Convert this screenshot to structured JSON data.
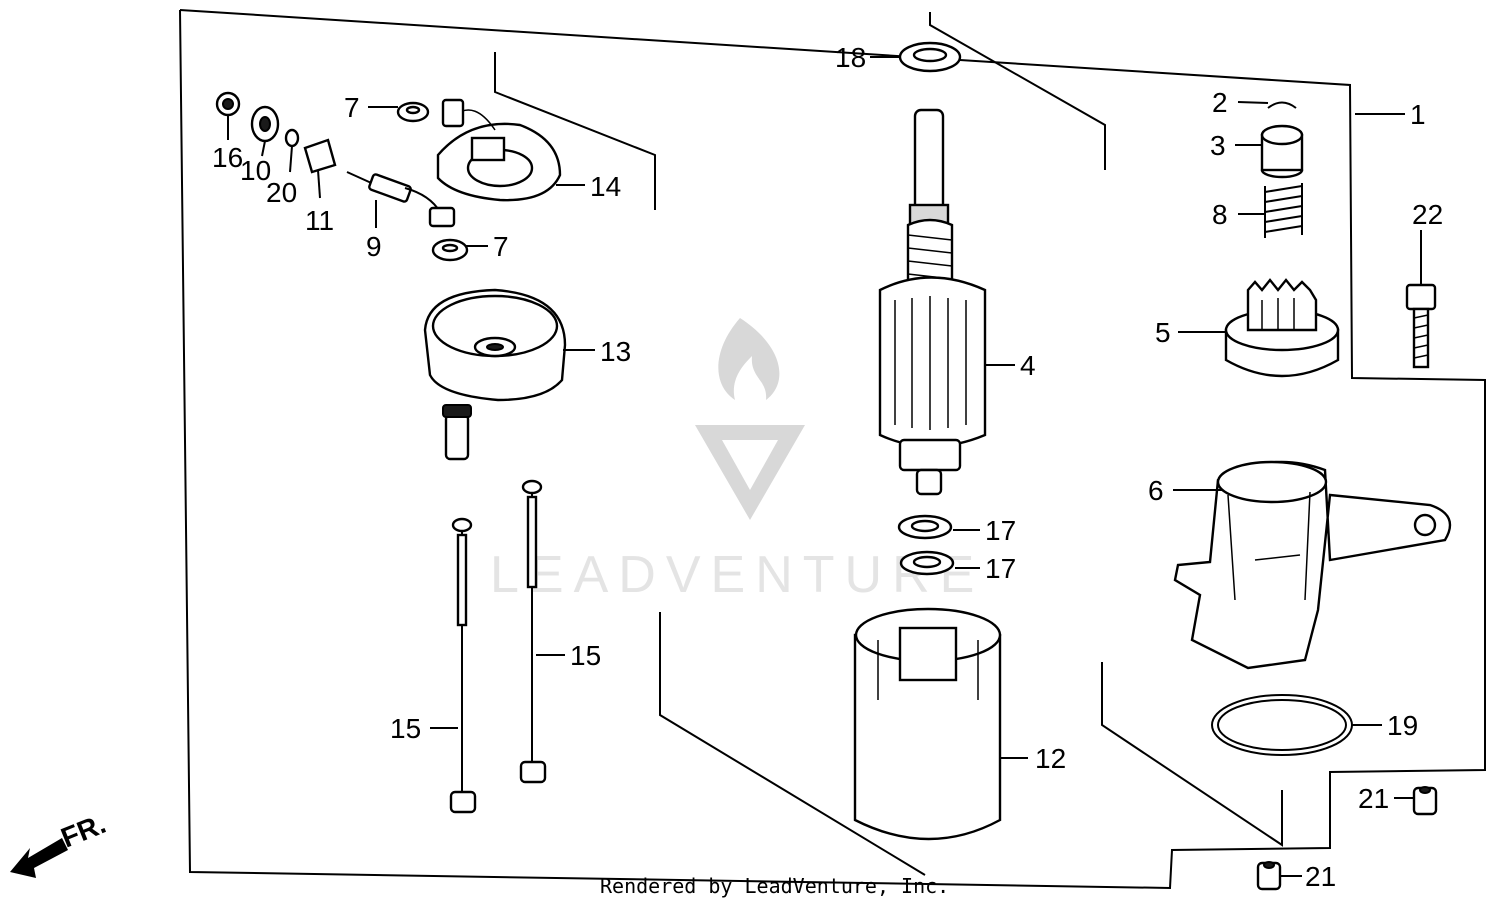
{
  "diagram": {
    "callouts": {
      "p1": "1",
      "p2": "2",
      "p3": "3",
      "p4": "4",
      "p5": "5",
      "p6": "6",
      "p7a": "7",
      "p7b": "7",
      "p8": "8",
      "p9": "9",
      "p10": "10",
      "p11": "11",
      "p12": "12",
      "p13": "13",
      "p14": "14",
      "p15a": "15",
      "p15b": "15",
      "p16": "16",
      "p17a": "17",
      "p17b": "17",
      "p18": "18",
      "p19": "19",
      "p20": "20",
      "p21a": "21",
      "p21b": "21",
      "p22": "22"
    },
    "direction_label": "FR.",
    "watermark_text": "LEADVENTURE",
    "footer": "Rendered by LeadVenture, Inc."
  }
}
